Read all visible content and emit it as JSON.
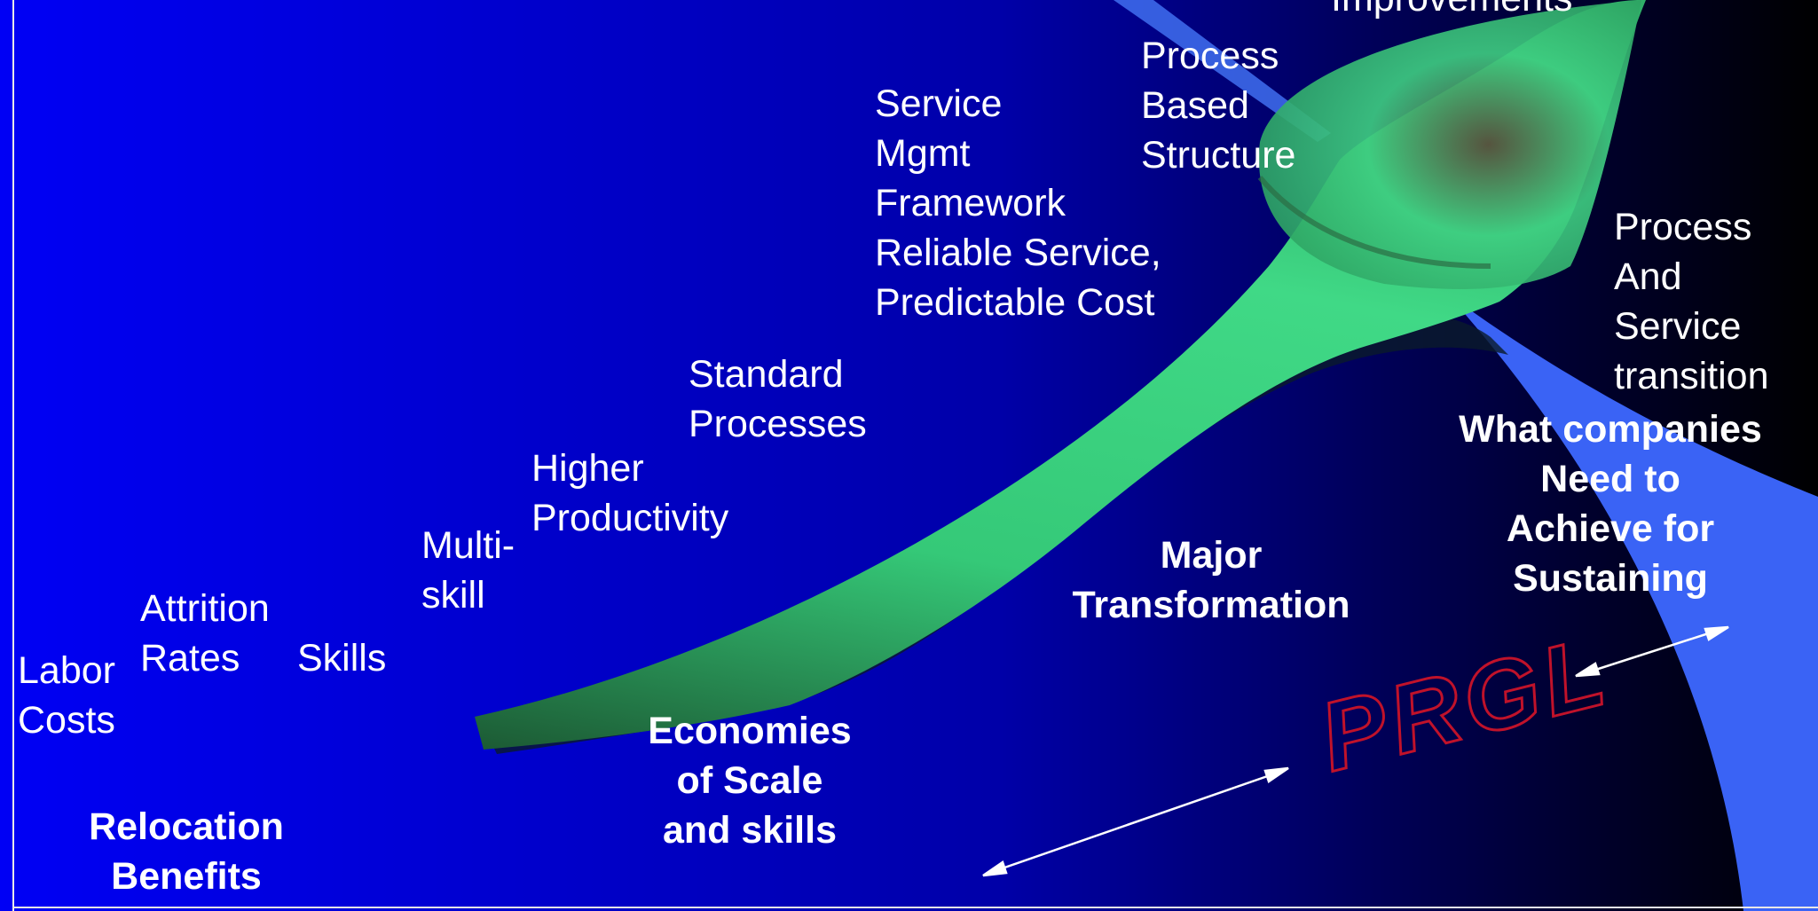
{
  "colors": {
    "background_left": "#0000f5",
    "background_mid": "#00008a",
    "background_right": "#000000",
    "arrow_body": "#3ddc84",
    "arrow_shadow": "#14301c",
    "sweep": "#3366ff",
    "text": "#ffffff",
    "watermark": "#c0122a"
  },
  "labels": {
    "improvements_partial": "Improvements",
    "process_based": "Process\nBased\nStructure",
    "service_mgmt": "Service\nMgmt\nFramework",
    "reliable_service": "Reliable Service,\nPredictable Cost",
    "process_service": "Process\nAnd\nService\ntransition",
    "standard_processes": "Standard\nProcesses",
    "higher_productivity": "Higher\nProductivity",
    "multi_skill": "Multi-\nskill",
    "attrition_rates": "Attrition\nRates",
    "skills": "Skills",
    "labor_costs": "Labor\nCosts"
  },
  "phases": {
    "relocation": "Relocation\nBenefits",
    "economies": "Economies\nof Scale\nand skills",
    "major_transformation": "Major\nTransformation",
    "sustaining": "What companies\nNeed to\nAchieve for\nSustaining"
  },
  "watermark_text": "PRGL",
  "icons": {
    "lower_arrow": "double-headed-arrow-icon",
    "upper_arrow": "double-headed-arrow-icon"
  }
}
